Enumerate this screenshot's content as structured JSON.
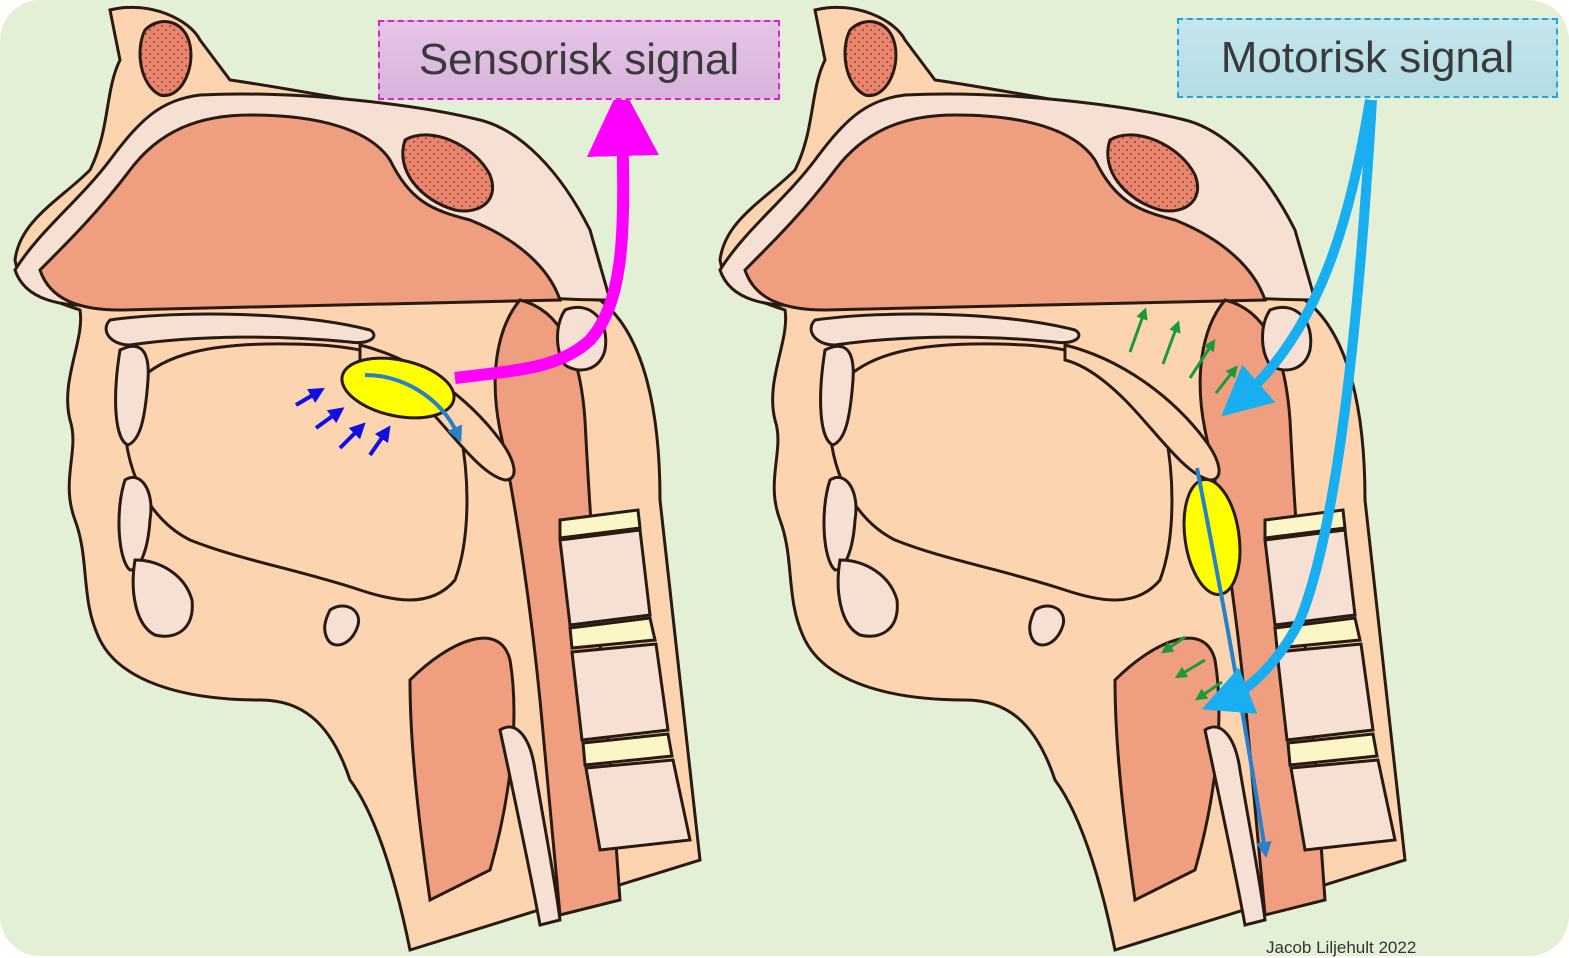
{
  "labels": {
    "sensory": "Sensorisk signal",
    "motor": "Motorisk signal"
  },
  "credit": "Jacob Liljehult 2022",
  "colors": {
    "background": "#e4f0d6",
    "tissue_light": "#fcd5b0",
    "tissue_dark": "#ef9e80",
    "bone": "#f5e0d3",
    "sinus": "#e9856f",
    "cartilage": "#fcf5c6",
    "bolus": "#ffff00",
    "sensory_arrow": "#ff00ff",
    "motor_arrow": "#18aef0",
    "pressure_arrows": "#1010e0",
    "muscle_arrows": "#1a9a3a",
    "bolus_path": "#2a80c8"
  },
  "panels": [
    "sensory-head",
    "motor-head"
  ]
}
